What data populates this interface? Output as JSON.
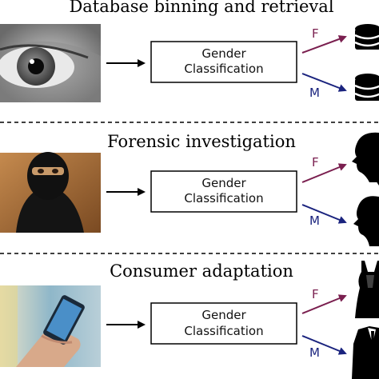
{
  "colors": {
    "female": "#7a1f4f",
    "male": "#1a237e",
    "separator": "#000000"
  },
  "sections": [
    {
      "title": "Database binning and retrieval",
      "image": "eye-photo",
      "box_line1": "Gender",
      "box_line2": "Classification",
      "label_f": "F",
      "label_m": "M",
      "output_icon": "database-icon"
    },
    {
      "title": "Forensic investigation",
      "image": "masked-person-photo",
      "box_line1": "Gender",
      "box_line2": "Classification",
      "label_f": "F",
      "label_m": "M",
      "output_icon": "head-silhouette-icon"
    },
    {
      "title": "Consumer adaptation",
      "image": "phone-in-hand-photo",
      "box_line1": "Gender",
      "box_line2": "Classification",
      "label_f": "F",
      "label_m": "M",
      "output_icon": "clothing-icon"
    }
  ]
}
